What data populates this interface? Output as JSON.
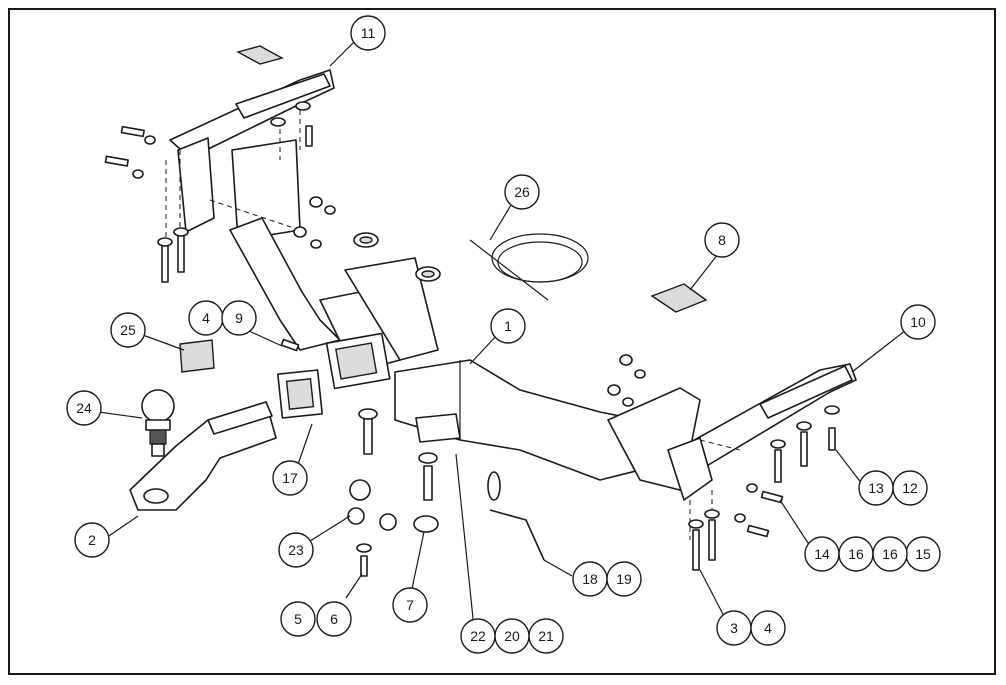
{
  "diagram": {
    "callouts": [
      "1",
      "2",
      "3",
      "4",
      "4",
      "5",
      "6",
      "7",
      "8",
      "9",
      "10",
      "11",
      "12",
      "13",
      "14",
      "15",
      "16",
      "16",
      "17",
      "18",
      "19",
      "20",
      "21",
      "22",
      "23",
      "24",
      "25",
      "26"
    ]
  }
}
